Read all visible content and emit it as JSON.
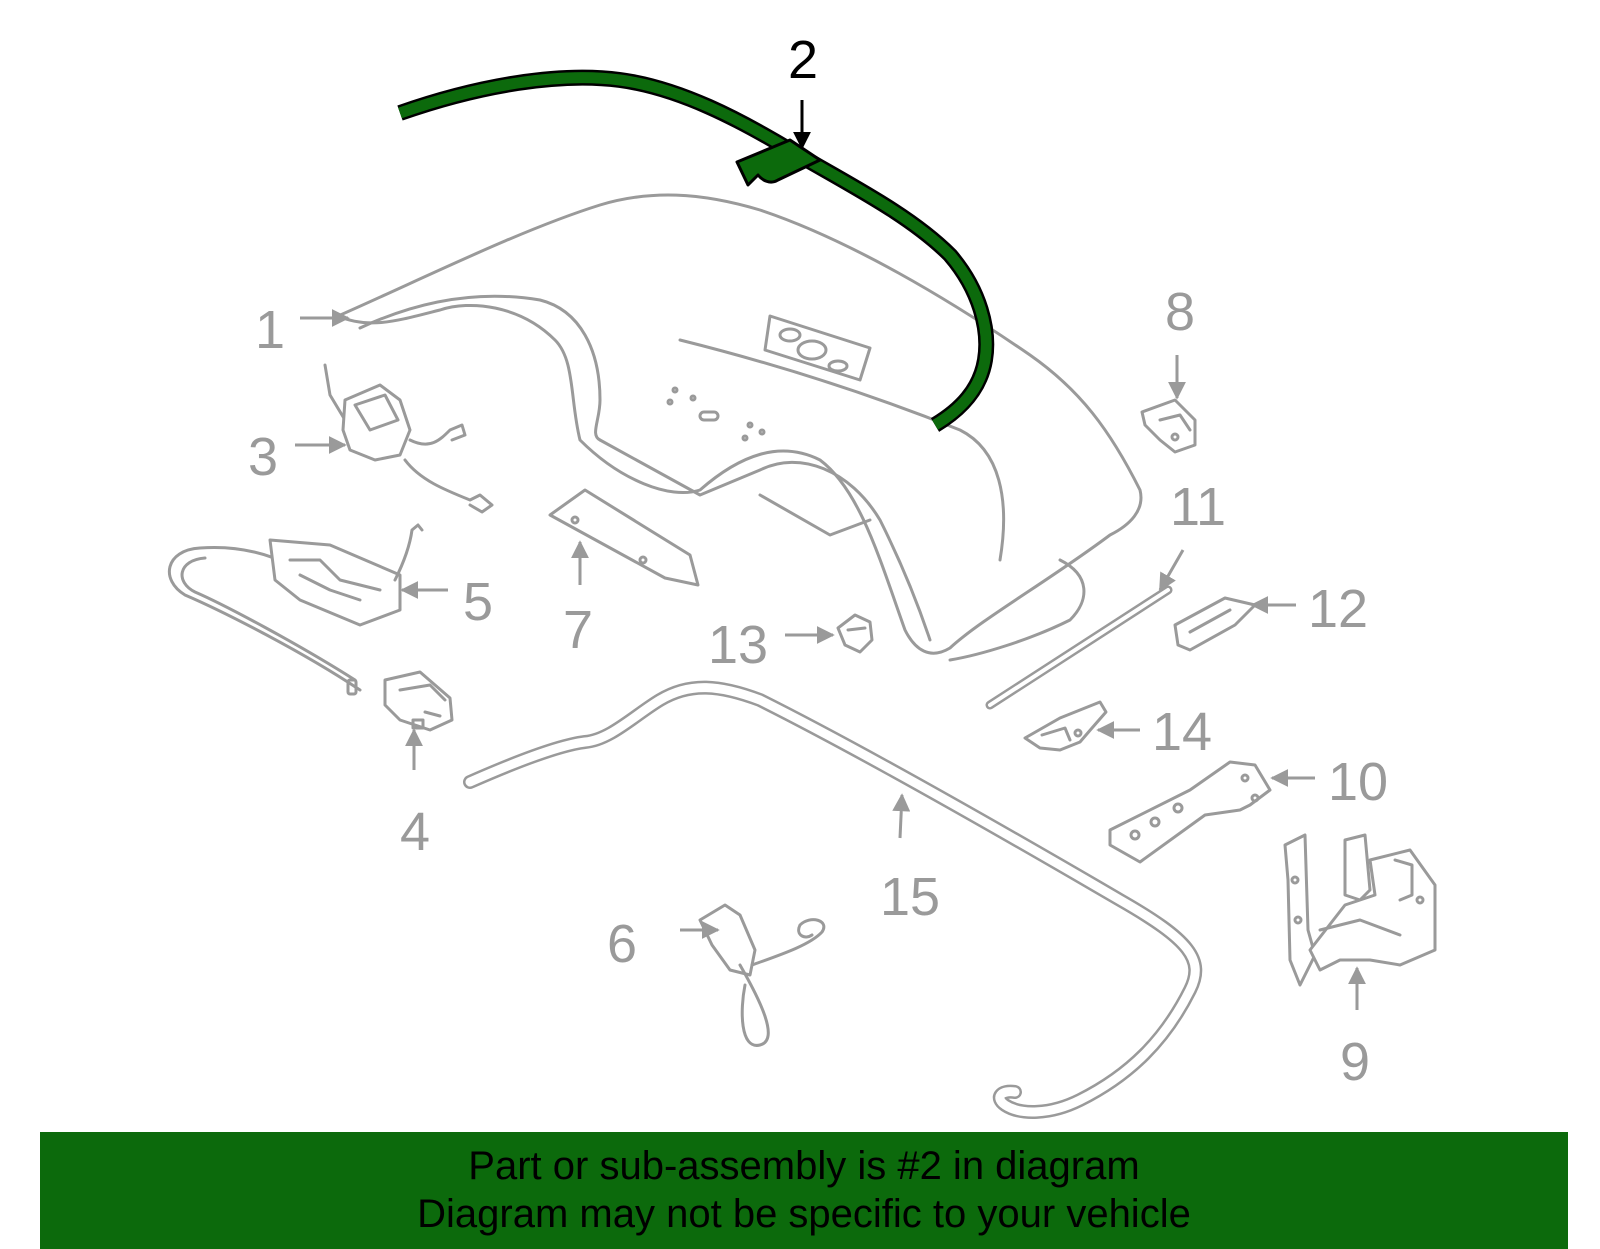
{
  "diagram": {
    "highlight_color": "#0c6a0c",
    "line_color": "#9a9a9a",
    "highlighted_callout": "2",
    "callouts": [
      "1",
      "2",
      "3",
      "4",
      "5",
      "6",
      "7",
      "8",
      "9",
      "10",
      "11",
      "12",
      "13",
      "14",
      "15"
    ]
  },
  "banner": {
    "line1": "Part or sub-assembly is #2 in diagram",
    "line2": "Diagram may not be specific to your vehicle",
    "background": "#0c6a0c"
  }
}
